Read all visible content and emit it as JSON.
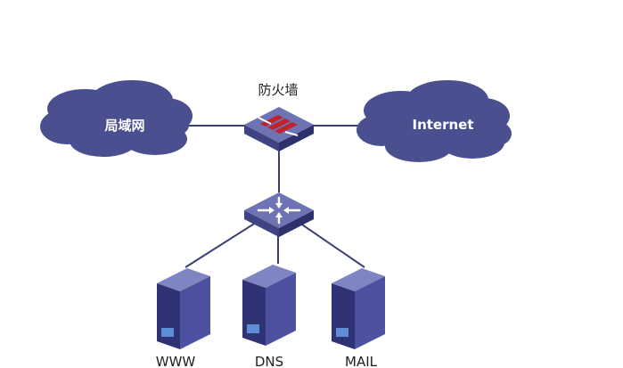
{
  "labels": {
    "firewall": "防火墙",
    "lan": "局域网",
    "internet": "Internet",
    "www": "WWW",
    "dns": "DNS",
    "mail": "MAIL"
  },
  "colors": {
    "cloud": "#4a4f8f",
    "cloud_text": "#ffffff",
    "device_top": "#6e73b4",
    "device_front": "#3f4382",
    "device_side": "#2d306a",
    "server_front": "#2f3374",
    "server_side": "#4d52a0",
    "server_top": "#7f84c2",
    "server_accent": "#5e8fd6",
    "line": "#3b3f78",
    "text": "#222222",
    "firewall_accent": "#c0232c"
  },
  "icons": {
    "firewall": "firewall-icon",
    "switch": "switch-icon",
    "server": "server-icon",
    "cloud": "cloud-icon"
  }
}
